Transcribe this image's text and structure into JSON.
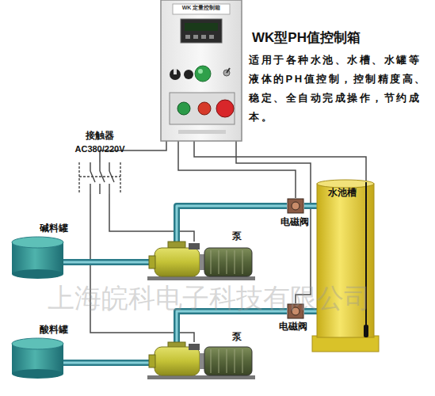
{
  "diagram": {
    "title": "WK型PH值控制箱",
    "nodes": [
      {
        "text": [
          "WK 定量控制箱"
        ]
      },
      {
        "text": [
          "接触器",
          "AC380/220V"
        ]
      },
      {
        "text": [
          "碱料罐"
        ]
      },
      {
        "text": [
          "泵"
        ]
      },
      {
        "text": [
          "电磁阀"
        ]
      },
      {
        "text": [
          "水池槽"
        ]
      },
      {
        "text": [
          "酸料罐"
        ]
      },
      {
        "text": [
          "泵"
        ]
      },
      {
        "text": [
          "电磁阀"
        ]
      }
    ],
    "edges": [
      {
        "from": 0,
        "to": 1,
        "arrow": "none"
      },
      {
        "from": 0,
        "to": 4,
        "arrow": "none"
      },
      {
        "from": 0,
        "to": 5,
        "arrow": "none"
      },
      {
        "from": 0,
        "to": 8,
        "arrow": "none"
      },
      {
        "from": 1,
        "to": 3,
        "arrow": "none"
      },
      {
        "from": 1,
        "to": 7,
        "arrow": "none"
      },
      {
        "from": 2,
        "to": 3,
        "arrow": "none"
      },
      {
        "from": 3,
        "to": 4,
        "arrow": "none"
      },
      {
        "from": 4,
        "to": 5,
        "arrow": "none"
      },
      {
        "from": 6,
        "to": 7,
        "arrow": "none"
      },
      {
        "from": 7,
        "to": 8,
        "arrow": "none"
      },
      {
        "from": 8,
        "to": 5,
        "arrow": "none"
      }
    ],
    "labels": [
      "适用于各种水池、水槽、水罐等液体的PH值控制，控制精度高、稳定、全自动完成操作，节约成本。",
      "上海皖科电子科技有限公司"
    ]
  }
}
